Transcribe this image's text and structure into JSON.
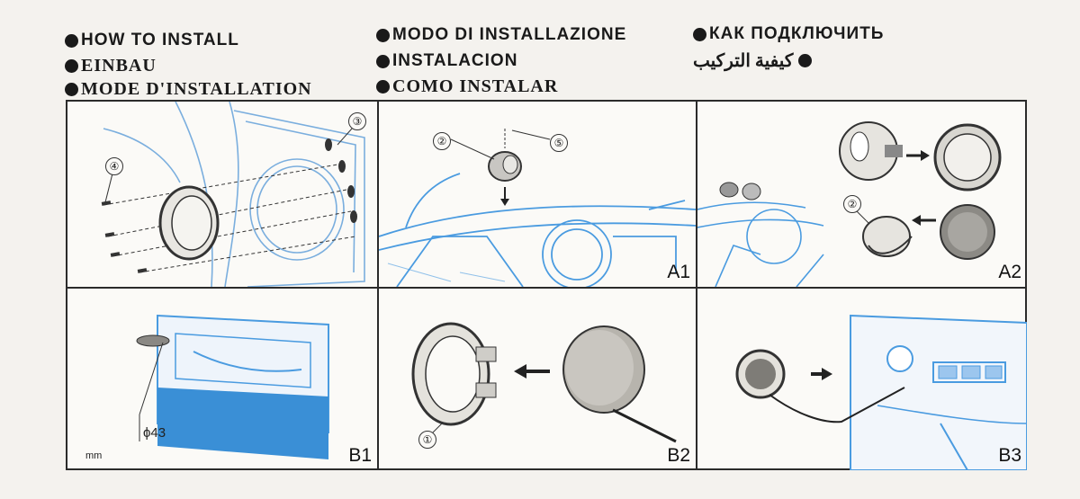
{
  "header": {
    "col1": [
      "HOW TO INSTALL",
      "EINBAU",
      "MODE D'INSTALLATION"
    ],
    "col2": [
      "MODO DI INSTALLAZIONE",
      "INSTALACION",
      "COMO INSTALAR"
    ],
    "col3": [
      "КАК ПОДКЛЮЧИТЬ",
      "كيفية التركيب"
    ]
  },
  "panels": {
    "p1": {
      "callouts": [
        "④",
        "③"
      ]
    },
    "A1": {
      "label": "A1",
      "callouts": [
        "②",
        "⑤"
      ]
    },
    "A2": {
      "label": "A2",
      "callouts": [
        "②"
      ]
    },
    "B1": {
      "label": "B1",
      "unit": "mm",
      "dimension": "ϕ43"
    },
    "B2": {
      "label": "B2",
      "callouts": [
        "①"
      ]
    },
    "B3": {
      "label": "B3"
    }
  },
  "colors": {
    "blue": "#3a8fd6",
    "line": "#2b2b2b",
    "paper": "#f4f2ee"
  }
}
